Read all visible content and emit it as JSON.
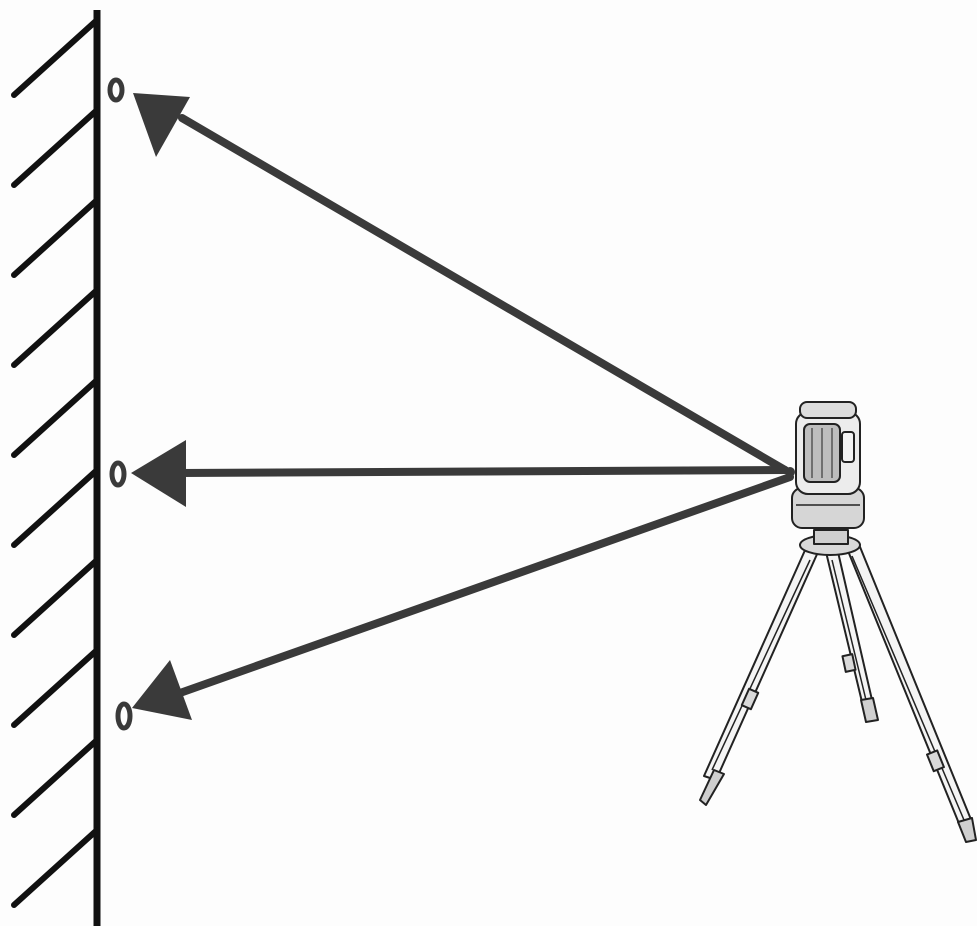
{
  "diagram": {
    "wall": {
      "type": "hatched-surface",
      "hatch_count": 10
    },
    "targets": [
      {
        "name": "target-top",
        "shape": "ring"
      },
      {
        "name": "target-middle",
        "shape": "ring"
      },
      {
        "name": "target-bottom",
        "shape": "ring"
      }
    ],
    "beams": [
      {
        "name": "beam-to-top",
        "direction": "instrument-to-wall"
      },
      {
        "name": "beam-to-middle",
        "direction": "instrument-to-wall"
      },
      {
        "name": "beam-to-bottom",
        "direction": "instrument-to-wall"
      }
    ],
    "instrument": {
      "type": "laser-level-on-tripod"
    },
    "colors": {
      "wall": "#111111",
      "beam": "#3a3a3a",
      "target": "#3a3a3a",
      "instrument_outline": "#222222",
      "instrument_fill": "#e8e8e8"
    }
  }
}
